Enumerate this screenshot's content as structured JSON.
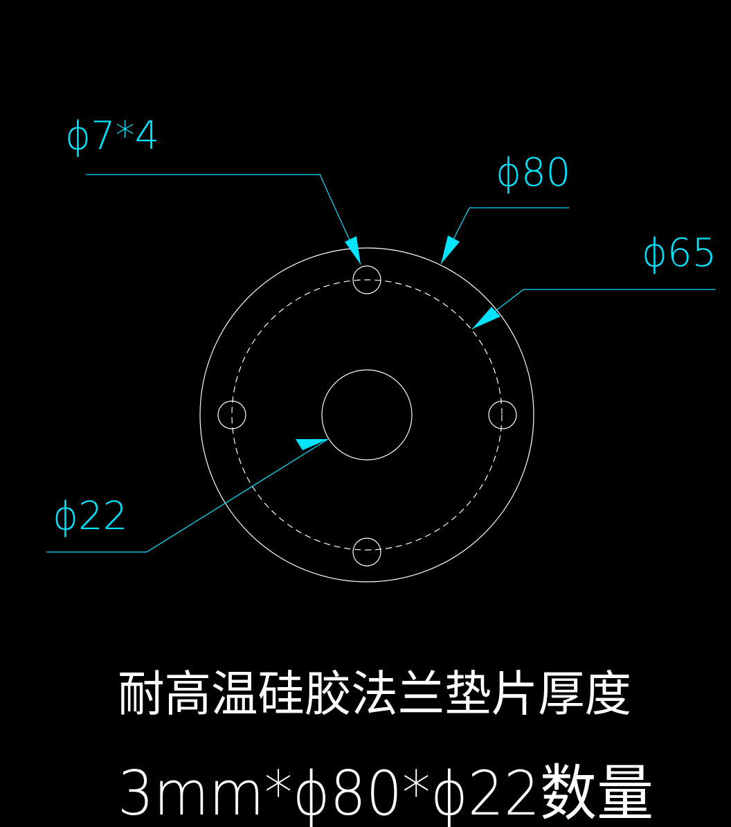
{
  "annotations": {
    "bolt_holes": "ϕ7*4",
    "outer_diameter": "ϕ80",
    "bolt_circle": "ϕ65",
    "inner_diameter": "ϕ22"
  },
  "title": {
    "line1": "耐高温硅胶法兰垫片厚度",
    "line2": "3mm*ϕ80*ϕ22数量"
  },
  "colors": {
    "background": "#000000",
    "geometry": "#ffffff",
    "dimension": "#00e5ff"
  }
}
